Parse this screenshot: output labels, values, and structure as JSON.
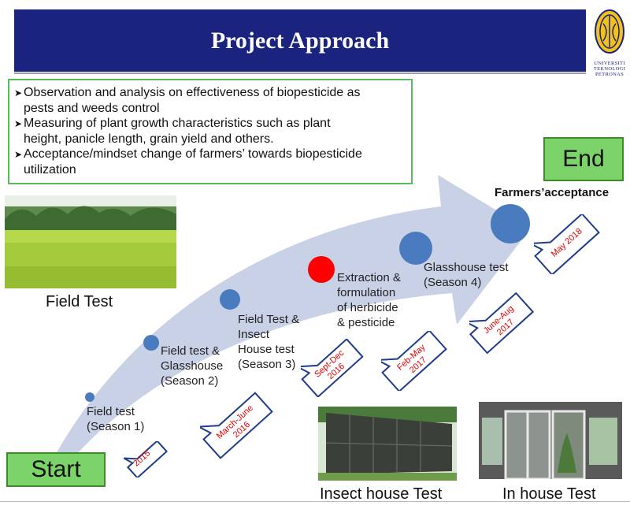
{
  "header": {
    "title": "Project Approach",
    "logo_text": [
      "UNIVERSITI",
      "TEKNOLOGI",
      "PETRONAS"
    ]
  },
  "objectives": [
    {
      "line1": "Observation and analysis on effectiveness  of biopesticide as",
      "line2": "pests  and weeds control"
    },
    {
      "line1": "Measuring of plant  growth characteristics such as plant",
      "line2": "height, panicle length, grain yield and others."
    },
    {
      "line1": "Acceptance/mindset change of farmers’ towards biopesticide",
      "line2": "utilization"
    }
  ],
  "start_label": "Start",
  "end_label": "End",
  "final_label": "Farmers’acceptance",
  "steps": [
    {
      "lines": [
        "Field test",
        "(Season 1)"
      ],
      "date": "2015",
      "dot_color": "#4a7bbf"
    },
    {
      "lines": [
        "Field test &",
        "Glasshouse",
        "(Season 2)"
      ],
      "date": "March-June 2016",
      "dot_color": "#4a7bbf"
    },
    {
      "lines": [
        "Field Test &",
        "Insect",
        "House test",
        "(Season 3)"
      ],
      "date": "Sept-Dec 2016",
      "dot_color": "#4a7bbf"
    },
    {
      "lines": [
        "Extraction &",
        "formulation",
        "of herbicide",
        "& pesticide"
      ],
      "date": "Feb-May 2017",
      "dot_color": "#ff0000"
    },
    {
      "lines": [
        "Glasshouse  test",
        "(Season 4)"
      ],
      "date": "June-Aug 2017",
      "dot_color": "#4a7bbf"
    },
    {
      "lines": [],
      "date": "May 2018",
      "dot_color": "#4a7bbf"
    }
  ],
  "photos": {
    "field": "Field Test",
    "insect": "Insect house Test",
    "inhouse": "In house Test"
  },
  "colors": {
    "title_bg": "#1a237e",
    "accent_green": "#7bd36a",
    "arrow": "#c9d1e6",
    "dot": "#4a7bbf",
    "dot_highlight": "#ff0000",
    "date_text": "#e00000",
    "tag_border": "#1f3c8c"
  }
}
